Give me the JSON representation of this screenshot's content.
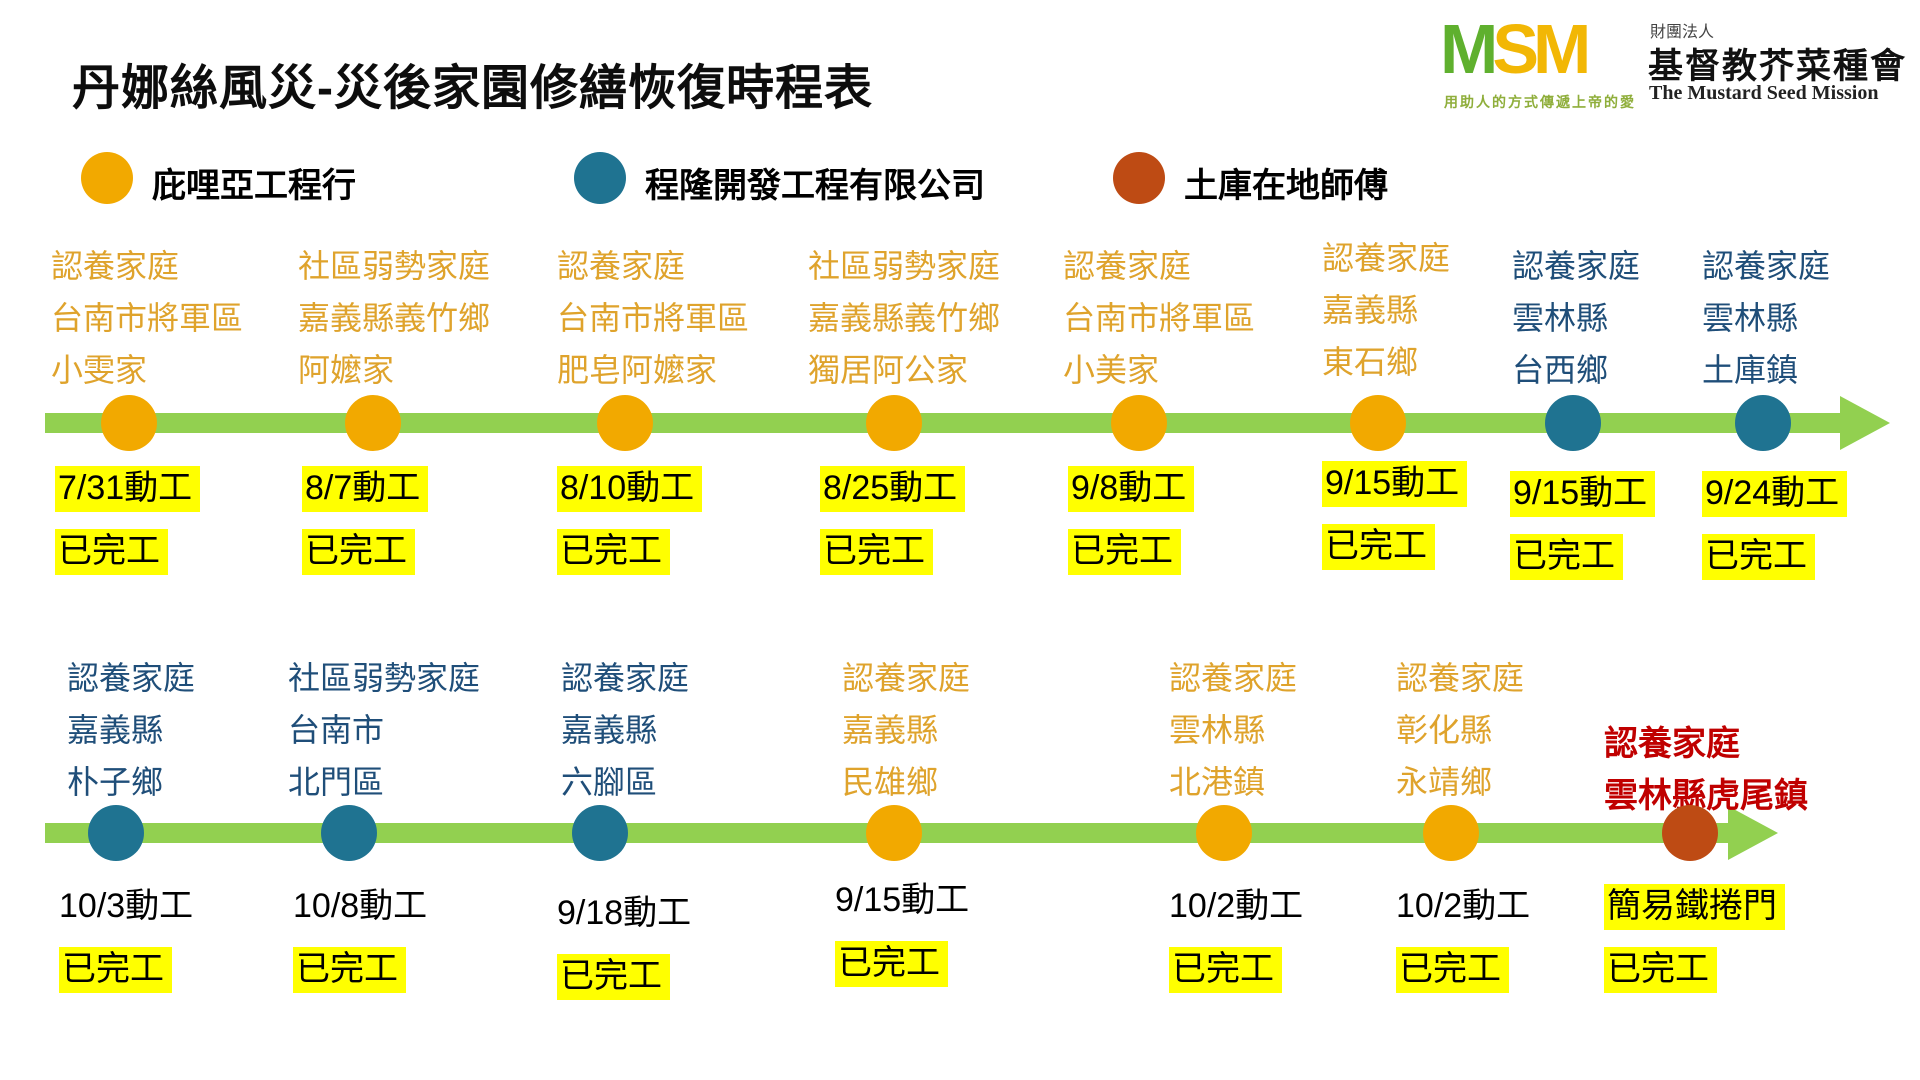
{
  "title": "丹娜絲風災-災後家園修繕恢復時程表",
  "logo": {
    "letter_1": "M",
    "letter_2": "S",
    "letter_3": "M",
    "org_type": "財團法人",
    "org_name": "基督教芥菜種會",
    "org_name_en": "The Mustard Seed Mission",
    "slogan": "用助人的方式傳遞上帝的愛"
  },
  "legend": {
    "items": [
      {
        "label": "庇哩亞工程行",
        "color": "#F2A900"
      },
      {
        "label": "程隆開發工程有限公司",
        "color": "#1F7391"
      },
      {
        "label": "土庫在地師傅",
        "color": "#BE4B14"
      }
    ]
  },
  "colors": {
    "timeline_bar": "#92D050",
    "marker_yellow": "#F2A900",
    "marker_teal": "#1F7391",
    "marker_brown": "#BE4B14",
    "label_orange": "#DFA32C",
    "label_blue": "#1F4E79",
    "label_red": "#C00000",
    "highlight": "#FFFF00"
  },
  "timelines": [
    {
      "items": [
        {
          "lines": [
            "認養家庭",
            "台南市將軍區",
            "小雯家"
          ],
          "marker": "yellow",
          "status": [
            "7/31動工",
            "已完工"
          ]
        },
        {
          "lines": [
            "社區弱勢家庭",
            "嘉義縣義竹鄉",
            "阿嬤家"
          ],
          "marker": "yellow",
          "status": [
            "8/7動工",
            "已完工"
          ]
        },
        {
          "lines": [
            "認養家庭",
            "台南市將軍區",
            "肥皂阿嬤家"
          ],
          "marker": "yellow",
          "status": [
            "8/10動工",
            "已完工"
          ]
        },
        {
          "lines": [
            "社區弱勢家庭",
            "嘉義縣義竹鄉",
            "獨居阿公家"
          ],
          "marker": "yellow",
          "status": [
            "8/25動工",
            "已完工"
          ]
        },
        {
          "lines": [
            "認養家庭",
            "台南市將軍區",
            "小美家"
          ],
          "marker": "yellow",
          "status": [
            "9/8動工",
            "已完工"
          ]
        },
        {
          "lines": [
            "認養家庭",
            "嘉義縣",
            "東石鄉"
          ],
          "marker": "yellow",
          "status": [
            "9/15動工",
            "已完工"
          ]
        },
        {
          "lines": [
            "認養家庭",
            "雲林縣",
            "台西鄉"
          ],
          "marker": "teal",
          "status": [
            "9/15動工",
            "已完工"
          ]
        },
        {
          "lines": [
            "認養家庭",
            "雲林縣",
            "土庫鎮"
          ],
          "marker": "teal",
          "status": [
            "9/24動工",
            "已完工"
          ]
        }
      ]
    },
    {
      "items": [
        {
          "lines": [
            "認養家庭",
            "嘉義縣",
            "朴子鄉"
          ],
          "marker": "teal",
          "status": [
            "10/3動工",
            "已完工"
          ]
        },
        {
          "lines": [
            "社區弱勢家庭",
            "台南市",
            "北門區"
          ],
          "marker": "teal",
          "status": [
            "10/8動工",
            "已完工"
          ]
        },
        {
          "lines": [
            "認養家庭",
            "嘉義縣",
            "六腳區"
          ],
          "marker": "teal",
          "status": [
            "9/18動工",
            "已完工"
          ]
        },
        {
          "lines": [
            "認養家庭",
            "嘉義縣",
            "民雄鄉"
          ],
          "marker": "yellow",
          "status": [
            "9/15動工",
            "已完工"
          ]
        },
        {
          "lines": [
            "認養家庭",
            "雲林縣",
            "北港鎮"
          ],
          "marker": "yellow",
          "status": [
            "10/2動工",
            "已完工"
          ]
        },
        {
          "lines": [
            "認養家庭",
            "彰化縣",
            "永靖鄉"
          ],
          "marker": "yellow",
          "status": [
            "10/2動工",
            "已完工"
          ]
        },
        {
          "lines": [
            "認養家庭",
            "雲林縣虎尾鎮"
          ],
          "marker": "brown",
          "status": [
            "簡易鐵捲門",
            "已完工"
          ]
        }
      ]
    }
  ]
}
